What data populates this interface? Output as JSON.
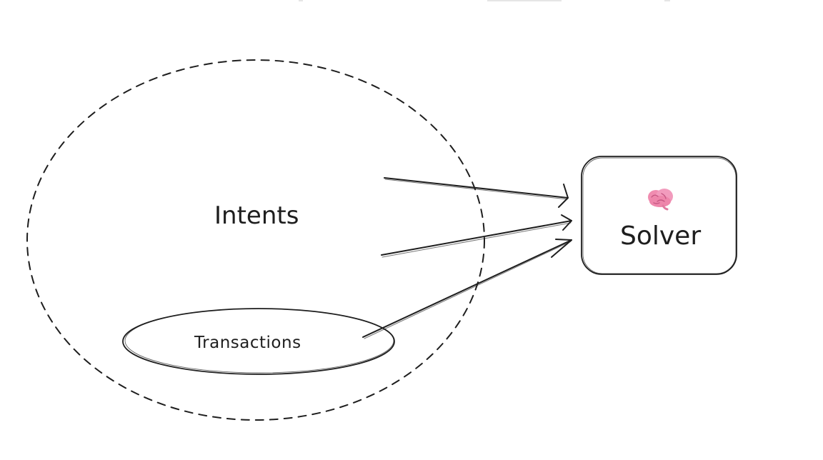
{
  "diagram": {
    "intents_label": "Intents",
    "transactions_label": "Transactions",
    "solver_label": "Solver",
    "solver_icon": "brain-icon",
    "colors": {
      "stroke": "#1e1e1e",
      "brain": "#f08cb0",
      "background": "#ffffff"
    }
  }
}
